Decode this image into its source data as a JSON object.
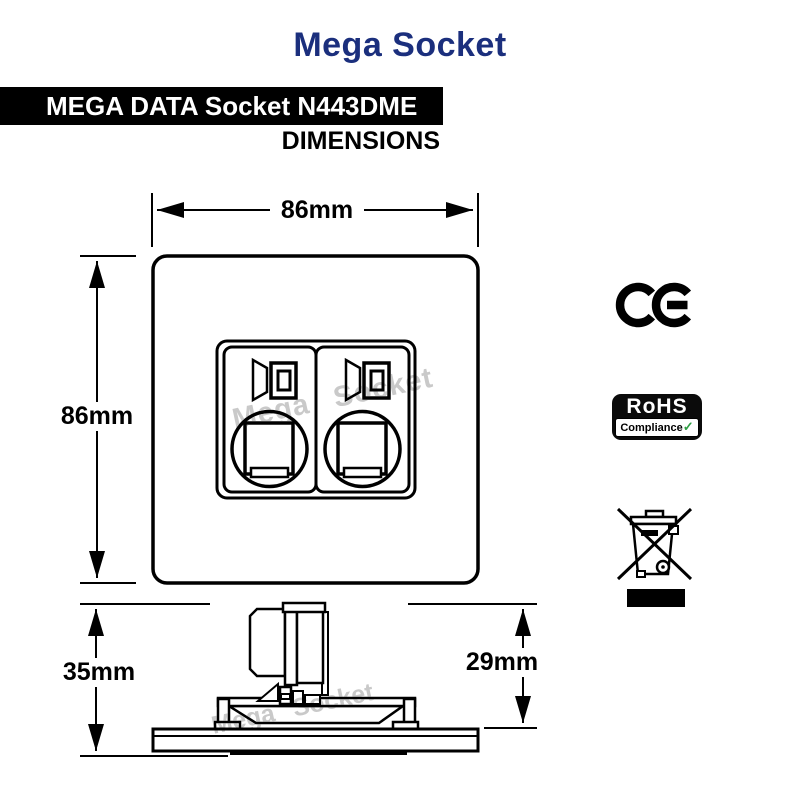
{
  "page": {
    "title": "Mega Socket"
  },
  "banner": {
    "product": "MEGA DATA Socket N443DME",
    "section": "DIMENSIONS"
  },
  "front_view": {
    "width": "86mm",
    "height": "86mm"
  },
  "side_view": {
    "total_depth": "35mm",
    "mount_depth": "29mm"
  },
  "watermark": {
    "text": "Mega Socket"
  },
  "badges": {
    "ce": "CE mark",
    "rohs": {
      "title": "RoHS",
      "subtitle": "Compliance",
      "check": "✓"
    },
    "weee": "crossed-out wheelie bin"
  },
  "colors": {
    "title_navy": "#1b2f7d",
    "banner_bg": "#000000",
    "line": "#000000",
    "watermark_gray": "#c9c9c9",
    "check_green": "#2e9e44"
  }
}
